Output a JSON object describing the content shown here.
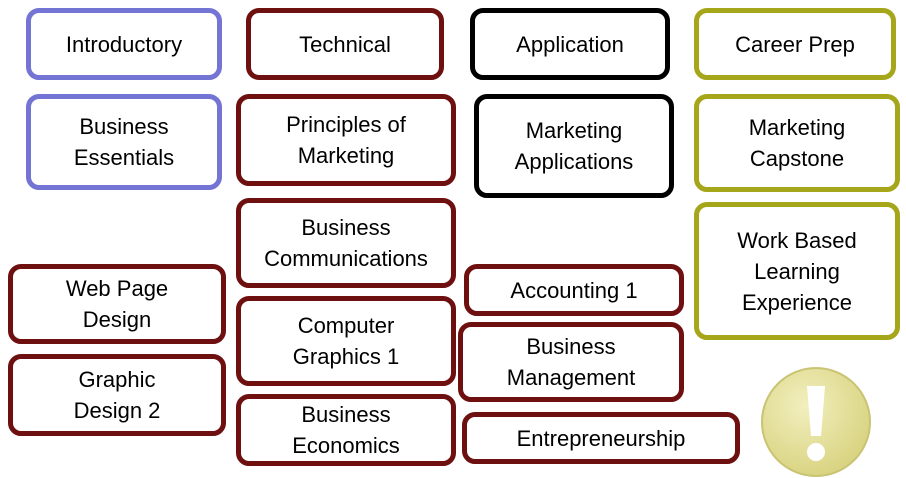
{
  "colors": {
    "introductory": "#7474d4",
    "technical": "#6e1010",
    "application": "#000000",
    "career_prep": "#a6a61a",
    "alert_fill": "#e3df95"
  },
  "columns": {
    "introductory": {
      "header": "Introductory",
      "courses": [
        "Business\nEssentials"
      ]
    },
    "technical": {
      "header": "Technical",
      "courses": [
        "Principles of\nMarketing",
        "Business\nCommunications",
        "Computer\nGraphics 1",
        "Business\nEconomics"
      ]
    },
    "application": {
      "header": "Application",
      "courses": [
        "Marketing\nApplications",
        "Accounting 1",
        "Business\nManagement",
        "Entrepreneurship"
      ]
    },
    "career_prep": {
      "header": "Career Prep",
      "courses": [
        "Marketing\nCapstone",
        "Work Based\nLearning\nExperience"
      ]
    }
  },
  "electives": [
    "Web Page\nDesign",
    "Graphic\nDesign 2"
  ],
  "icons": {
    "alert": "exclamation-icon"
  }
}
